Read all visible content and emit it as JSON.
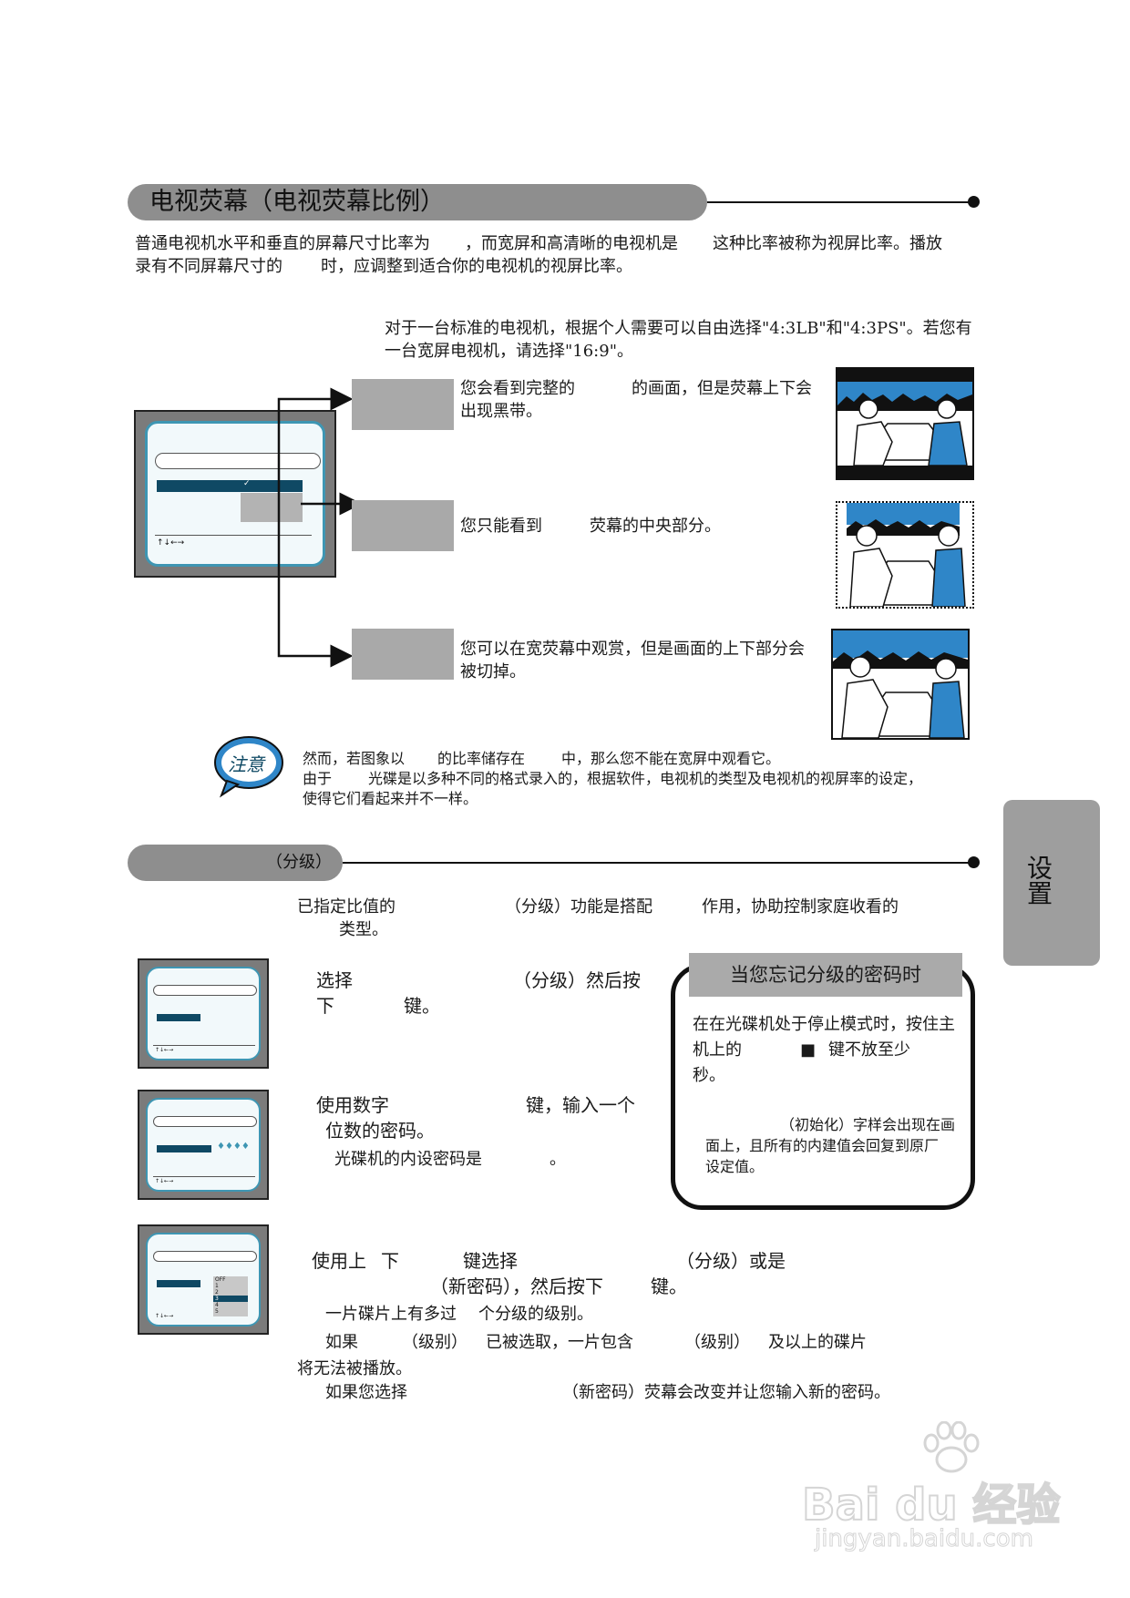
{
  "section1": {
    "title": "电视荧幕（电视荧幕比例）",
    "intro_line1a": "普通电视机水平和垂直的屏幕尺寸比率为",
    "intro_line1b": "，而宽屏和高清晰的电视机是",
    "intro_line1c": "这种比率被称为视屏比率。播放",
    "intro_line2a": "录有不同屏幕尺寸的",
    "intro_line2b": "时，应调整到适合你的电视机的视屏比率。",
    "select_line1": "对于一台标准的电视机，根据个人需要可以自由选择\"4:3LB\"和\"4:3PS\"。若您有",
    "select_line2": "一台宽屏电视机，请选择\"16:9\"。",
    "opt1_line1a": "您会看到完整的",
    "opt1_line1b": "的画面，但是荧幕上下会",
    "opt1_line2": "出现黑带。",
    "opt2_line1a": "您只能看到",
    "opt2_line1b": "荧幕的中央部分。",
    "opt3_line1": "您可以在宽荧幕中观赏，但是画面的上下部分会",
    "opt3_line2": "被切掉。",
    "menu_nav": "↑↓←→",
    "menu_check": "✓"
  },
  "note": {
    "badge": "注意",
    "line1a": "然而，若图象以",
    "line1b": "的比率储存在",
    "line1c": "中，那么您不能在宽屏中观看它。",
    "line2a": "由于",
    "line2b": "光碟是以多种不同的格式录入的，根据软件，电视机的类型及电视机的视屏率的设定，",
    "line3": "使得它们看起来并不一样。"
  },
  "side_tab": {
    "label": "设置"
  },
  "section2": {
    "title": "（分级）",
    "intro_line1a": "已指定比值的",
    "intro_line1b": "（分级）功能是搭配",
    "intro_line1c": "作用，协助控制家庭收看的",
    "intro_line2": "类型。",
    "step1_line1a": "选择",
    "step1_line1b": "（分级）然后按",
    "step1_line2a": "下",
    "step1_line2b": "键。",
    "step2_line1a": "使用数字",
    "step2_line1b": "键，输入一个",
    "step2_line2": "位数的密码。",
    "step2_line3a": "光碟机的内设密码是",
    "step2_line3b": "。",
    "step2_dots": "♦♦♦♦",
    "step3_line1a": "使用上",
    "step3_line1b": "下",
    "step3_line1c": "键选择",
    "step3_line1d": "（分级）或是",
    "step3_line2a": "（新密码），然后按下",
    "step3_line2b": "键。",
    "step3_line3a": "一片碟片上有多过",
    "step3_line3b": "个分级的级别。",
    "step3_line4a": "如果",
    "step3_line4b": "（级别）",
    "step3_line4c": "已被选取，一片包含",
    "step3_line4d": "（级别）",
    "step3_line4e": "及以上的碟片",
    "step3_line5": "将无法被播放。",
    "step3_line6a": "如果您选择",
    "step3_line6b": "（新密码）荧幕会改变并让您输入新的密码。",
    "level_list": [
      "OFF",
      "1",
      "2",
      "3",
      "4",
      "5"
    ]
  },
  "forgot_box": {
    "title": "当您忘记分级的密码时",
    "line1": "在在光碟机处于停止模式时，按住主",
    "line2a": "机上的",
    "line2b": "■",
    "line2c": "键不放至少",
    "line3": "秒。",
    "line4": "（初始化）字样会出现在画",
    "line5": "面上，且所有的内建值会回复到原厂",
    "line6": "设定值。"
  },
  "watermark": {
    "brand": "Bai du 经验",
    "url": "jingyan.baidu.com"
  },
  "colors": {
    "pill": "#8e8e8e",
    "menu_bar": "#0f4964",
    "menu_border": "#3e96b3",
    "sky": "#2f86c8"
  }
}
